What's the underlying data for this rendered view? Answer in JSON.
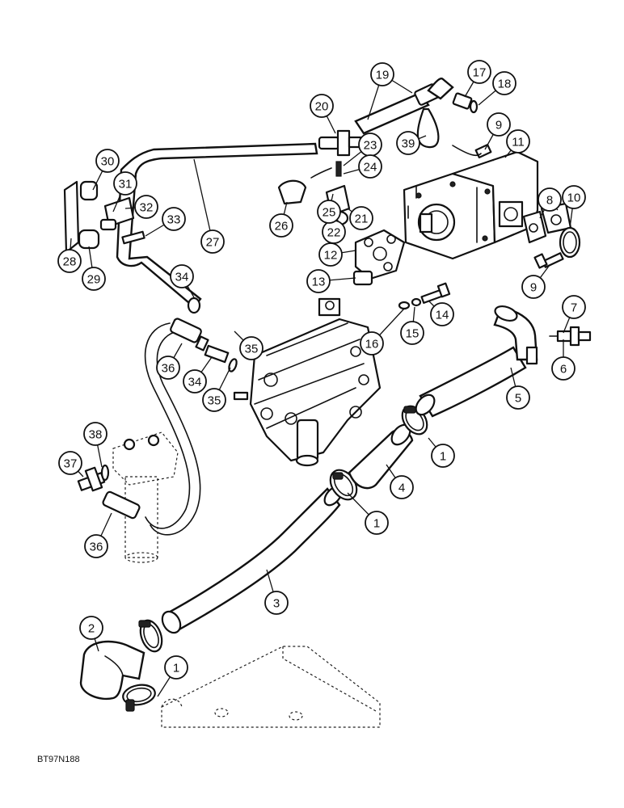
{
  "figure": {
    "reference_code": "BT97N188"
  },
  "callouts": [
    {
      "label": "1"
    },
    {
      "label": "1"
    },
    {
      "label": "1"
    },
    {
      "label": "2"
    },
    {
      "label": "3"
    },
    {
      "label": "4"
    },
    {
      "label": "5"
    },
    {
      "label": "6"
    },
    {
      "label": "7"
    },
    {
      "label": "8"
    },
    {
      "label": "9"
    },
    {
      "label": "9"
    },
    {
      "label": "10"
    },
    {
      "label": "11"
    },
    {
      "label": "12"
    },
    {
      "label": "13"
    },
    {
      "label": "14"
    },
    {
      "label": "15"
    },
    {
      "label": "16"
    },
    {
      "label": "17"
    },
    {
      "label": "18"
    },
    {
      "label": "19"
    },
    {
      "label": "20"
    },
    {
      "label": "21"
    },
    {
      "label": "22"
    },
    {
      "label": "23"
    },
    {
      "label": "24"
    },
    {
      "label": "25"
    },
    {
      "label": "26"
    },
    {
      "label": "27"
    },
    {
      "label": "28"
    },
    {
      "label": "29"
    },
    {
      "label": "30"
    },
    {
      "label": "31"
    },
    {
      "label": "32"
    },
    {
      "label": "33"
    },
    {
      "label": "34"
    },
    {
      "label": "34"
    },
    {
      "label": "35"
    },
    {
      "label": "35"
    },
    {
      "label": "36"
    },
    {
      "label": "36"
    },
    {
      "label": "37"
    },
    {
      "label": "38"
    },
    {
      "label": "39"
    }
  ]
}
